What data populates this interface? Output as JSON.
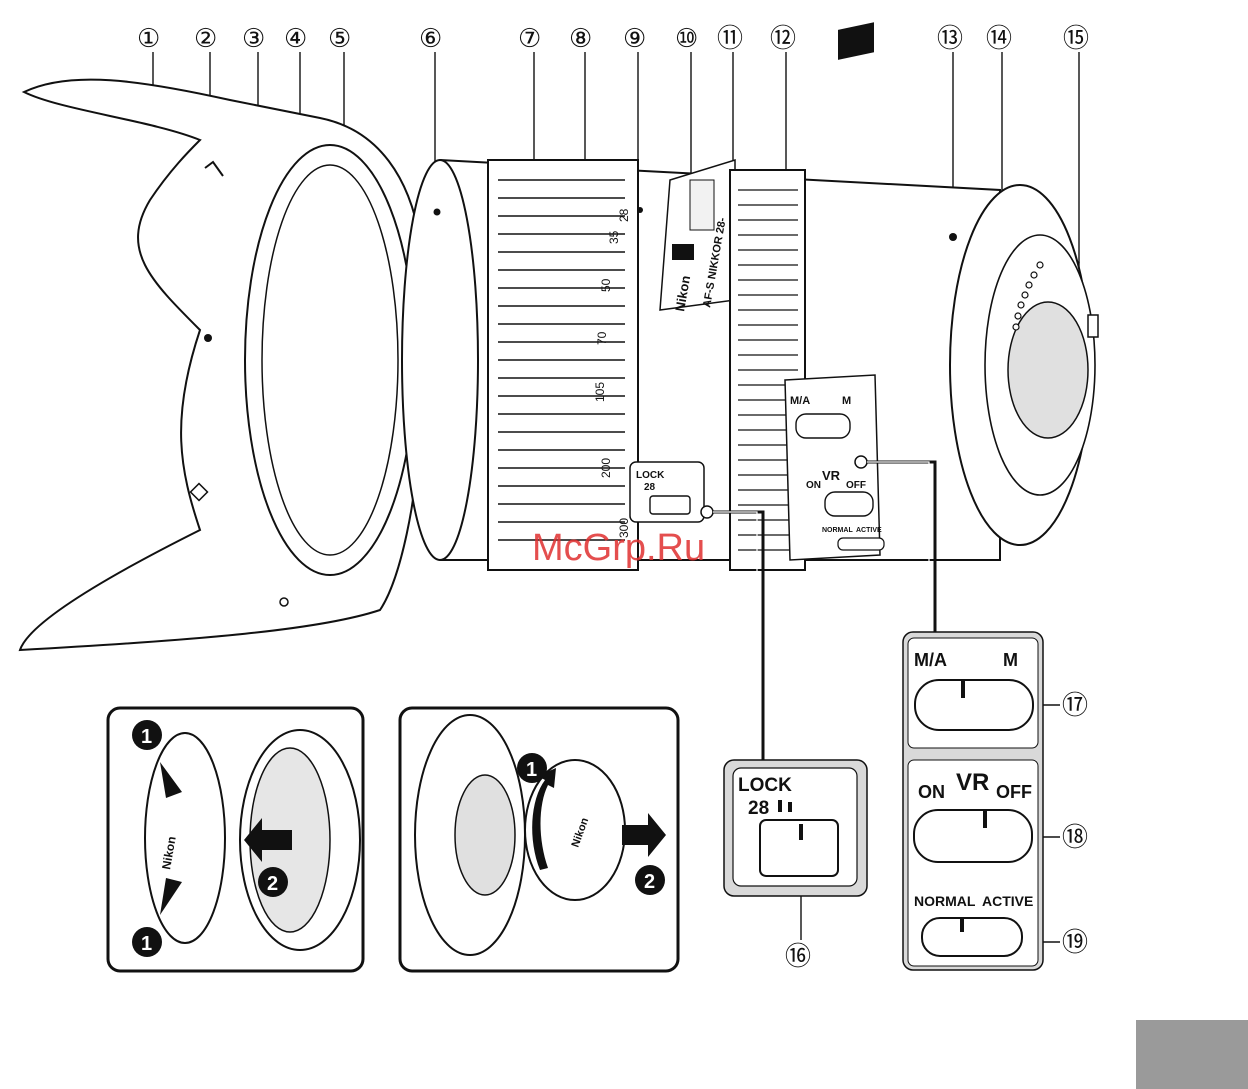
{
  "callouts": [
    "①",
    "②",
    "③",
    "④",
    "⑤",
    "⑥",
    "⑦",
    "⑧",
    "⑨",
    "⑩",
    "⑪",
    "⑫",
    "⑬",
    "⑭",
    "⑮",
    "⑯",
    "⑰",
    "⑱",
    "⑲"
  ],
  "focal_scale": [
    "28",
    "35",
    "50",
    "70",
    "105",
    "200",
    "300"
  ],
  "lens": {
    "brand": "Nikon",
    "model": "AF-S NIKKOR 28-",
    "vr_badge": "VR"
  },
  "switches": {
    "focus_mode": {
      "left": "M/A",
      "right": "M"
    },
    "vr": {
      "left": "ON",
      "center": "VR",
      "right": "OFF"
    },
    "vr_mode": {
      "left": "NORMAL",
      "right": "ACTIVE"
    },
    "zoom_lock": {
      "title": "LOCK",
      "value": "28"
    }
  },
  "steps": {
    "one": "1",
    "two": "2"
  },
  "cap_brand": "Nikon",
  "watermark": "McGrp.Ru",
  "colors": {
    "ink": "#111111",
    "panel": "#d9d9d9",
    "tab": "#9a9a9a",
    "watermark": "#e03030"
  }
}
